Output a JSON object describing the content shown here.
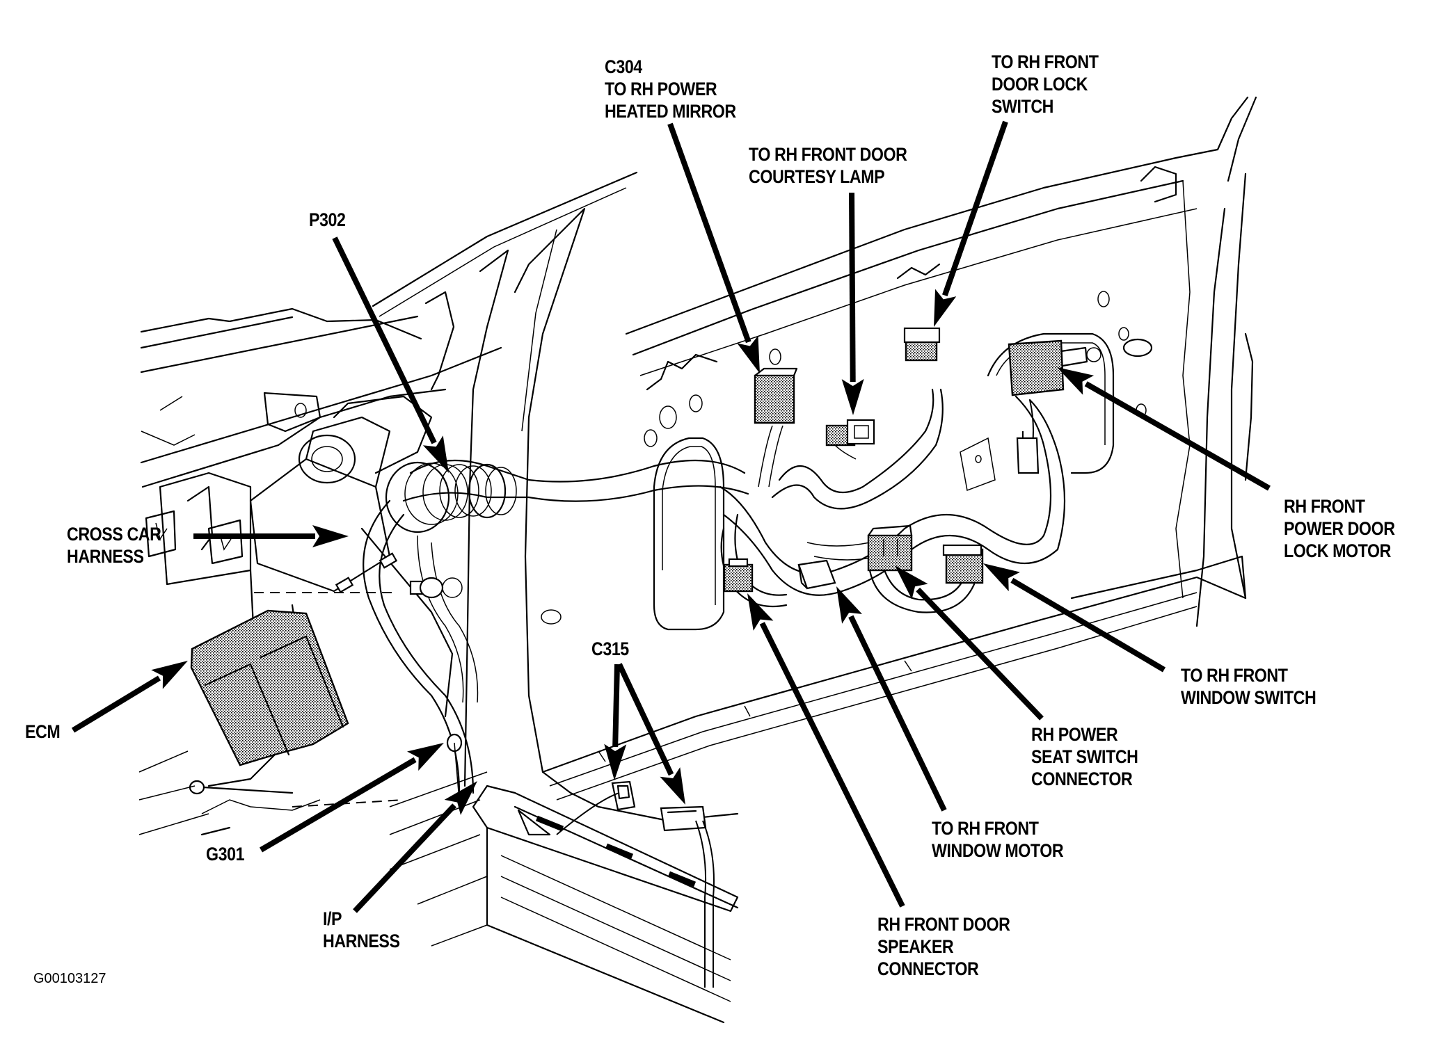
{
  "figure": {
    "title": "RH front door / cross-car harness component locations",
    "figure_id": "G00103127"
  },
  "labels": {
    "c304": [
      "C304",
      "TO RH POWER",
      "HEATED MIRROR"
    ],
    "lock_switch": [
      "TO RH FRONT",
      "DOOR LOCK",
      "SWITCH"
    ],
    "courtesy_lamp": [
      "TO RH FRONT DOOR",
      "COURTESY LAMP"
    ],
    "p302": [
      "P302"
    ],
    "cross_car": [
      "CROSS CAR",
      "HARNESS"
    ],
    "lock_motor": [
      "RH FRONT",
      "POWER DOOR",
      "LOCK MOTOR"
    ],
    "window_switch": [
      "TO RH FRONT",
      "WINDOW SWITCH"
    ],
    "c315": [
      "C315"
    ],
    "ecm": [
      "ECM"
    ],
    "seat_switch": [
      "RH POWER",
      "SEAT SWITCH",
      "CONNECTOR"
    ],
    "window_motor": [
      "TO RH FRONT",
      "WINDOW MOTOR"
    ],
    "g301": [
      "G301"
    ],
    "ip_harness": [
      "I/P",
      "HARNESS"
    ],
    "speaker": [
      "RH FRONT DOOR",
      "SPEAKER",
      "CONNECTOR"
    ]
  },
  "icons": {
    "leader_arrow": "callout-arrow-icon",
    "connector": "connector-icon"
  }
}
